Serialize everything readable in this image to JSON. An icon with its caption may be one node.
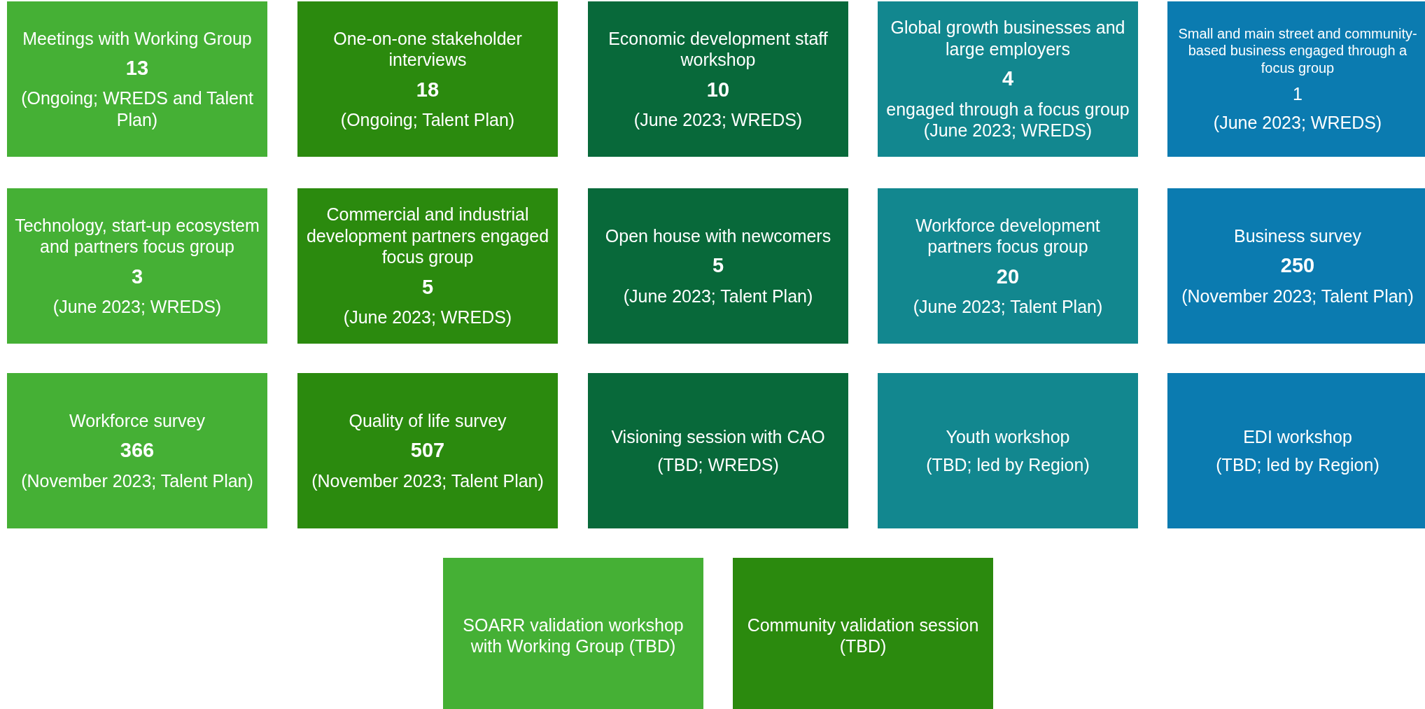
{
  "diagram": {
    "nodes": [
      {
        "text": [
          "Meetings with Working Group",
          "13",
          "(Ongoing; WREDS and Talent Plan)"
        ]
      },
      {
        "text": [
          "One-on-one stakeholder interviews",
          "18",
          "(Ongoing; Talent Plan)"
        ]
      },
      {
        "text": [
          "Economic development staff workshop",
          "10",
          "(June 2023; WREDS)"
        ]
      },
      {
        "text": [
          "Global growth businesses and large employers",
          "4",
          "engaged through a focus group (June 2023; WREDS)"
        ]
      },
      {
        "text": [
          "Small and main street and community-based business engaged through a focus group",
          "1",
          "(June 2023; WREDS)"
        ]
      },
      {
        "text": [
          "Technology, start-up ecosystem and partners focus group",
          "3",
          "(June 2023; WREDS)"
        ]
      },
      {
        "text": [
          "Commercial and industrial development partners engaged focus group",
          "5",
          "(June 2023; WREDS)"
        ]
      },
      {
        "text": [
          "Open house with newcomers",
          "5",
          "(June 2023; Talent Plan)"
        ]
      },
      {
        "text": [
          "Workforce development partners focus group",
          "20",
          "(June 2023; Talent Plan)"
        ]
      },
      {
        "text": [
          "Business survey",
          "250",
          "(November 2023; Talent Plan)"
        ]
      },
      {
        "text": [
          "Workforce survey",
          "366",
          "(November 2023; Talent Plan)"
        ]
      },
      {
        "text": [
          "Quality of life survey",
          "507",
          "(November 2023; Talent Plan)"
        ]
      },
      {
        "text": [
          "Visioning session with CAO",
          "(TBD; WREDS)"
        ]
      },
      {
        "text": [
          "Youth workshop",
          "(TBD; led by Region)"
        ]
      },
      {
        "text": [
          "EDI workshop",
          "(TBD; led by Region)"
        ]
      },
      {
        "text": [
          "SOARR validation workshop with Working Group (TBD)"
        ]
      },
      {
        "text": [
          "Community validation session (TBD)"
        ]
      }
    ],
    "edges": []
  }
}
